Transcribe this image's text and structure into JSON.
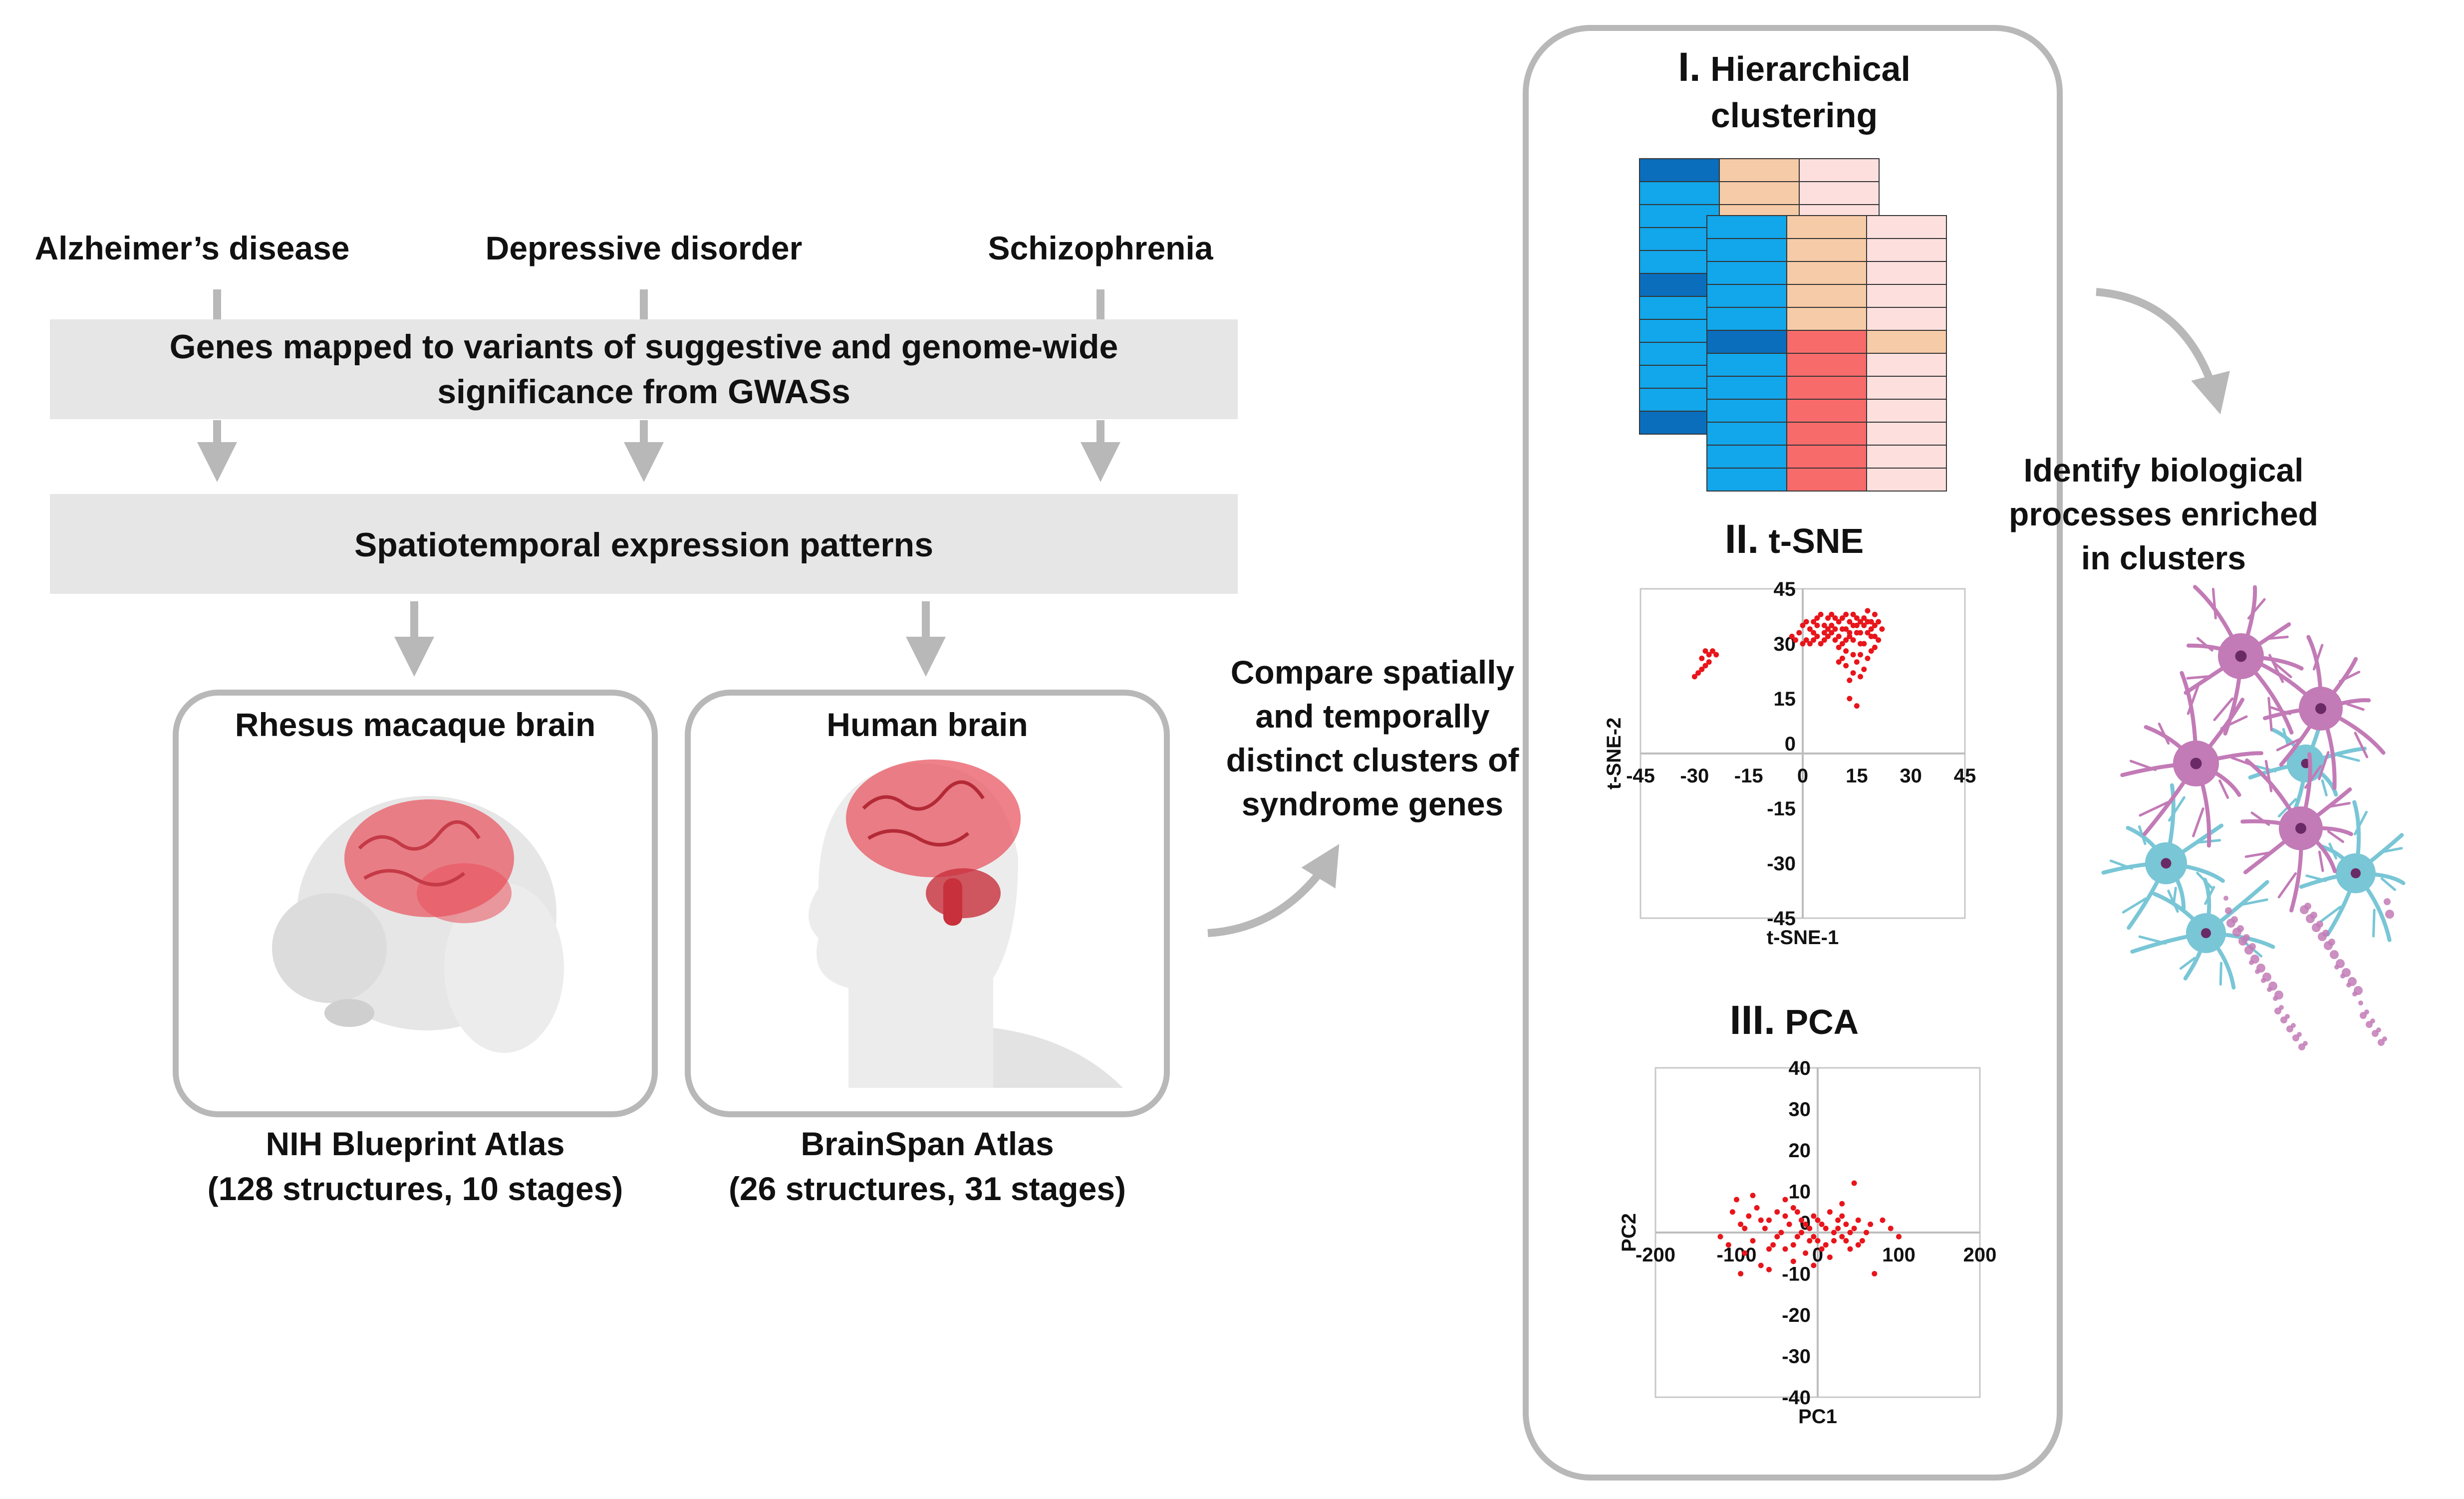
{
  "disorders": {
    "alzheimers": "Alzheimer’s disease",
    "depressive": "Depressive disorder",
    "schizophrenia": "Schizophrenia"
  },
  "genes_box": {
    "line1": "Genes mapped to variants of suggestive and genome-wide",
    "line2": "significance from GWASs"
  },
  "patterns_box": {
    "label": "Spatiotemporal expression patterns"
  },
  "macaque": {
    "title": "Rhesus macaque brain",
    "atlas": "NIH Blueprint Atlas",
    "details": "(128 structures, 10 stages)"
  },
  "human": {
    "title": "Human brain",
    "atlas": "BrainSpan Atlas",
    "details": "(26 structures, 31 stages)"
  },
  "compare": {
    "line1": "Compare spatially",
    "line2": "and temporally",
    "line3": "distinct clusters of",
    "line4": "syndrome genes"
  },
  "analyses": {
    "hierarchical": {
      "numeral": "I.",
      "line1": "Hierarchical",
      "line2": "clustering"
    },
    "tsne": {
      "numeral": "II.",
      "label": "t-SNE"
    },
    "pca": {
      "numeral": "III.",
      "label": "PCA"
    }
  },
  "enrich": {
    "line1": "Identify biological",
    "line2": "processes enriched",
    "line3": "in clusters"
  },
  "colors": {
    "gray_box": "#e6e6e6",
    "arrow": "#b8b8b8",
    "brain": "#e8505b",
    "points": "#e8151b",
    "heat_dark_blue": "#0a6ebd",
    "heat_blue": "#12a6ea",
    "heat_peach": "#f6cba7",
    "heat_pink": "#fde0de",
    "heat_red": "#f76b6b",
    "neuron_purple": "#c27bb6",
    "neuron_teal": "#79c6d6"
  },
  "heatmap": {
    "back": [
      [
        "dark",
        "peach",
        "pink"
      ],
      [
        "blue",
        "peach",
        "pink"
      ],
      [
        "blue",
        "peach",
        "pink"
      ],
      [
        "blue",
        "peach",
        "pink"
      ],
      [
        "blue",
        "peach",
        "pink"
      ],
      [
        "dark",
        "peach",
        "pink"
      ],
      [
        "blue",
        "peach",
        "pink"
      ],
      [
        "blue",
        "peach",
        "pink"
      ],
      [
        "blue",
        "peach",
        "pink"
      ],
      [
        "blue",
        "peach",
        "pink"
      ],
      [
        "blue",
        "peach",
        "pink"
      ],
      [
        "dark",
        "peach",
        "pink"
      ]
    ],
    "front": [
      [
        "blue",
        "peach",
        "pink"
      ],
      [
        "blue",
        "peach",
        "pink"
      ],
      [
        "blue",
        "peach",
        "pink"
      ],
      [
        "blue",
        "peach",
        "pink"
      ],
      [
        "blue",
        "peach",
        "pink"
      ],
      [
        "dark",
        "red",
        "peach"
      ],
      [
        "blue",
        "red",
        "pink"
      ],
      [
        "blue",
        "red",
        "pink"
      ],
      [
        "blue",
        "red",
        "pink"
      ],
      [
        "blue",
        "red",
        "pink"
      ],
      [
        "blue",
        "red",
        "pink"
      ],
      [
        "blue",
        "red",
        "pink"
      ]
    ]
  },
  "chart_data": [
    {
      "type": "scatter",
      "title": "t-SNE",
      "xlabel": "t-SNE-1",
      "ylabel": "t-SNE-2",
      "xlim": [
        -45,
        45
      ],
      "ylim": [
        -45,
        45
      ],
      "xticks": [
        -45,
        -30,
        -15,
        0,
        15,
        30,
        45
      ],
      "yticks": [
        45,
        30,
        15,
        0,
        -15,
        -30,
        -45
      ],
      "series": [
        {
          "points": [
            [
              -27,
              28
            ],
            [
              -26,
              27
            ],
            [
              -28,
              26
            ],
            [
              -25,
              28
            ],
            [
              -27,
              24
            ],
            [
              -29,
              22
            ],
            [
              -26,
              25
            ],
            [
              -24,
              27
            ],
            [
              -28,
              23
            ],
            [
              -30,
              21
            ],
            [
              -3,
              32
            ],
            [
              -1,
              33
            ],
            [
              0,
              35
            ],
            [
              1,
              31
            ],
            [
              2,
              34
            ],
            [
              3,
              36
            ],
            [
              4,
              32
            ],
            [
              5,
              30
            ],
            [
              6,
              35
            ],
            [
              7,
              37
            ],
            [
              8,
              33
            ],
            [
              9,
              31
            ],
            [
              10,
              36
            ],
            [
              11,
              34
            ],
            [
              12,
              38
            ],
            [
              13,
              32
            ],
            [
              14,
              35
            ],
            [
              15,
              37
            ],
            [
              16,
              33
            ],
            [
              17,
              30
            ],
            [
              18,
              36
            ],
            [
              19,
              34
            ],
            [
              20,
              38
            ],
            [
              21,
              31
            ],
            [
              2,
              30
            ],
            [
              4,
              37
            ],
            [
              6,
              33
            ],
            [
              8,
              35
            ],
            [
              10,
              32
            ],
            [
              12,
              34
            ],
            [
              14,
              31
            ],
            [
              16,
              36
            ],
            [
              18,
              33
            ],
            [
              20,
              35
            ],
            [
              5,
              38
            ],
            [
              9,
              37
            ],
            [
              13,
              36
            ],
            [
              17,
              35
            ],
            [
              19,
              32
            ],
            [
              3,
              33
            ],
            [
              7,
              34
            ],
            [
              11,
              30
            ],
            [
              15,
              33
            ],
            [
              21,
              36
            ],
            [
              1,
              36
            ],
            [
              -2,
              31
            ],
            [
              0,
              30
            ],
            [
              6,
              31
            ],
            [
              8,
              38
            ],
            [
              10,
              29
            ],
            [
              12,
              31
            ],
            [
              14,
              38
            ],
            [
              16,
              30
            ],
            [
              18,
              39
            ],
            [
              20,
              32
            ],
            [
              22,
              34
            ],
            [
              4,
              35
            ],
            [
              9,
              34
            ],
            [
              13,
              33
            ],
            [
              17,
              37
            ],
            [
              19,
              36
            ],
            [
              11,
              37
            ],
            [
              15,
              35
            ],
            [
              7,
              32
            ],
            [
              3,
              31
            ],
            [
              12,
              24
            ],
            [
              14,
              22
            ],
            [
              16,
              27
            ],
            [
              13,
              20
            ],
            [
              15,
              25
            ],
            [
              18,
              26
            ],
            [
              11,
              26
            ],
            [
              17,
              23
            ],
            [
              19,
              28
            ],
            [
              14,
              27
            ],
            [
              16,
              21
            ],
            [
              20,
              29
            ],
            [
              12,
              28
            ],
            [
              10,
              25
            ],
            [
              13,
              15
            ],
            [
              15,
              13
            ]
          ]
        }
      ]
    },
    {
      "type": "scatter",
      "title": "PCA",
      "xlabel": "PC1",
      "ylabel": "PC2",
      "xlim": [
        -200,
        200
      ],
      "ylim": [
        -40,
        40
      ],
      "xticks": [
        -200,
        -100,
        0,
        100,
        200
      ],
      "yticks": [
        40,
        30,
        20,
        10,
        0,
        -10,
        -20,
        -30,
        -40
      ],
      "series": [
        {
          "points": [
            [
              -100,
              8
            ],
            [
              -95,
              2
            ],
            [
              -90,
              -5
            ],
            [
              -85,
              4
            ],
            [
              -80,
              -2
            ],
            [
              -75,
              6
            ],
            [
              -70,
              -8
            ],
            [
              -65,
              1
            ],
            [
              -60,
              3
            ],
            [
              -55,
              -3
            ],
            [
              -50,
              5
            ],
            [
              -45,
              0
            ],
            [
              -40,
              -4
            ],
            [
              -35,
              2
            ],
            [
              -30,
              6
            ],
            [
              -25,
              -1
            ],
            [
              -20,
              3
            ],
            [
              -15,
              -5
            ],
            [
              -10,
              1
            ],
            [
              -5,
              4
            ],
            [
              0,
              -2
            ],
            [
              5,
              2
            ],
            [
              10,
              -3
            ],
            [
              15,
              5
            ],
            [
              20,
              0
            ],
            [
              25,
              3
            ],
            [
              30,
              -1
            ],
            [
              35,
              2
            ],
            [
              40,
              -4
            ],
            [
              45,
              1
            ],
            [
              50,
              3
            ],
            [
              55,
              -2
            ],
            [
              60,
              0
            ],
            [
              65,
              2
            ],
            [
              -110,
              -3
            ],
            [
              -105,
              5
            ],
            [
              -90,
              1
            ],
            [
              -70,
              3
            ],
            [
              -60,
              -4
            ],
            [
              -50,
              -1
            ],
            [
              -40,
              4
            ],
            [
              -30,
              -3
            ],
            [
              -20,
              0
            ],
            [
              -10,
              -2
            ],
            [
              0,
              3
            ],
            [
              10,
              1
            ],
            [
              20,
              -2
            ],
            [
              30,
              4
            ],
            [
              40,
              0
            ],
            [
              50,
              -3
            ],
            [
              -95,
              -10
            ],
            [
              -60,
              -9
            ],
            [
              -30,
              -7
            ],
            [
              -5,
              -8
            ],
            [
              15,
              -6
            ],
            [
              70,
              -10
            ],
            [
              -80,
              9
            ],
            [
              -40,
              8
            ],
            [
              30,
              7
            ],
            [
              45,
              12
            ],
            [
              80,
              3
            ],
            [
              90,
              1
            ],
            [
              100,
              -1
            ],
            [
              -120,
              -1
            ],
            [
              -25,
              5
            ],
            [
              -15,
              2
            ],
            [
              -5,
              -1
            ],
            [
              5,
              -4
            ],
            [
              25,
              1
            ],
            [
              35,
              -2
            ]
          ]
        }
      ]
    }
  ]
}
